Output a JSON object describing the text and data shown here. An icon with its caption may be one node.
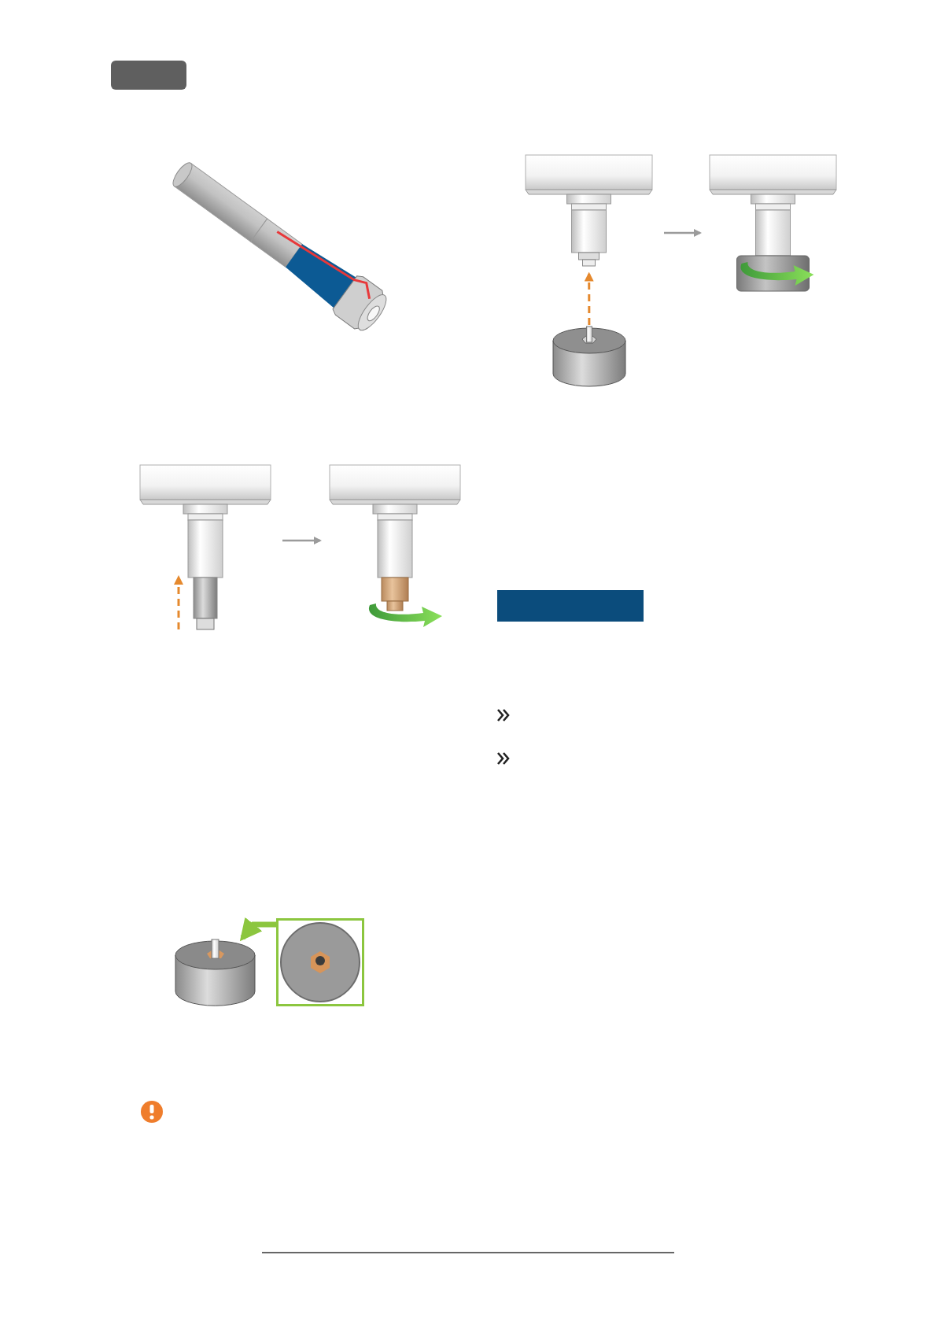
{
  "diagram": {
    "nodes": [
      {
        "text": [],
        "shape": "picture"
      },
      {
        "text": [],
        "shape": "picture"
      },
      {
        "text": [],
        "shape": "picture"
      },
      {
        "text": [],
        "shape": "picture"
      },
      {
        "text": [],
        "shape": "picture"
      },
      {
        "text": [],
        "shape": "bar"
      },
      {
        "text": [],
        "shape": "picture"
      },
      {
        "text": [],
        "shape": "picture"
      }
    ],
    "edges": [
      {
        "from": 1,
        "to": 0,
        "arrow": "to",
        "style": "dashed",
        "color": "#e5892e"
      },
      {
        "from": 0,
        "to": 2,
        "arrow": "to"
      },
      {
        "from": 3,
        "to": 4,
        "arrow": "to"
      },
      {
        "from": 7,
        "to": 6,
        "arrow": "to",
        "style": "thick",
        "color": "#8cc63f"
      }
    ]
  }
}
